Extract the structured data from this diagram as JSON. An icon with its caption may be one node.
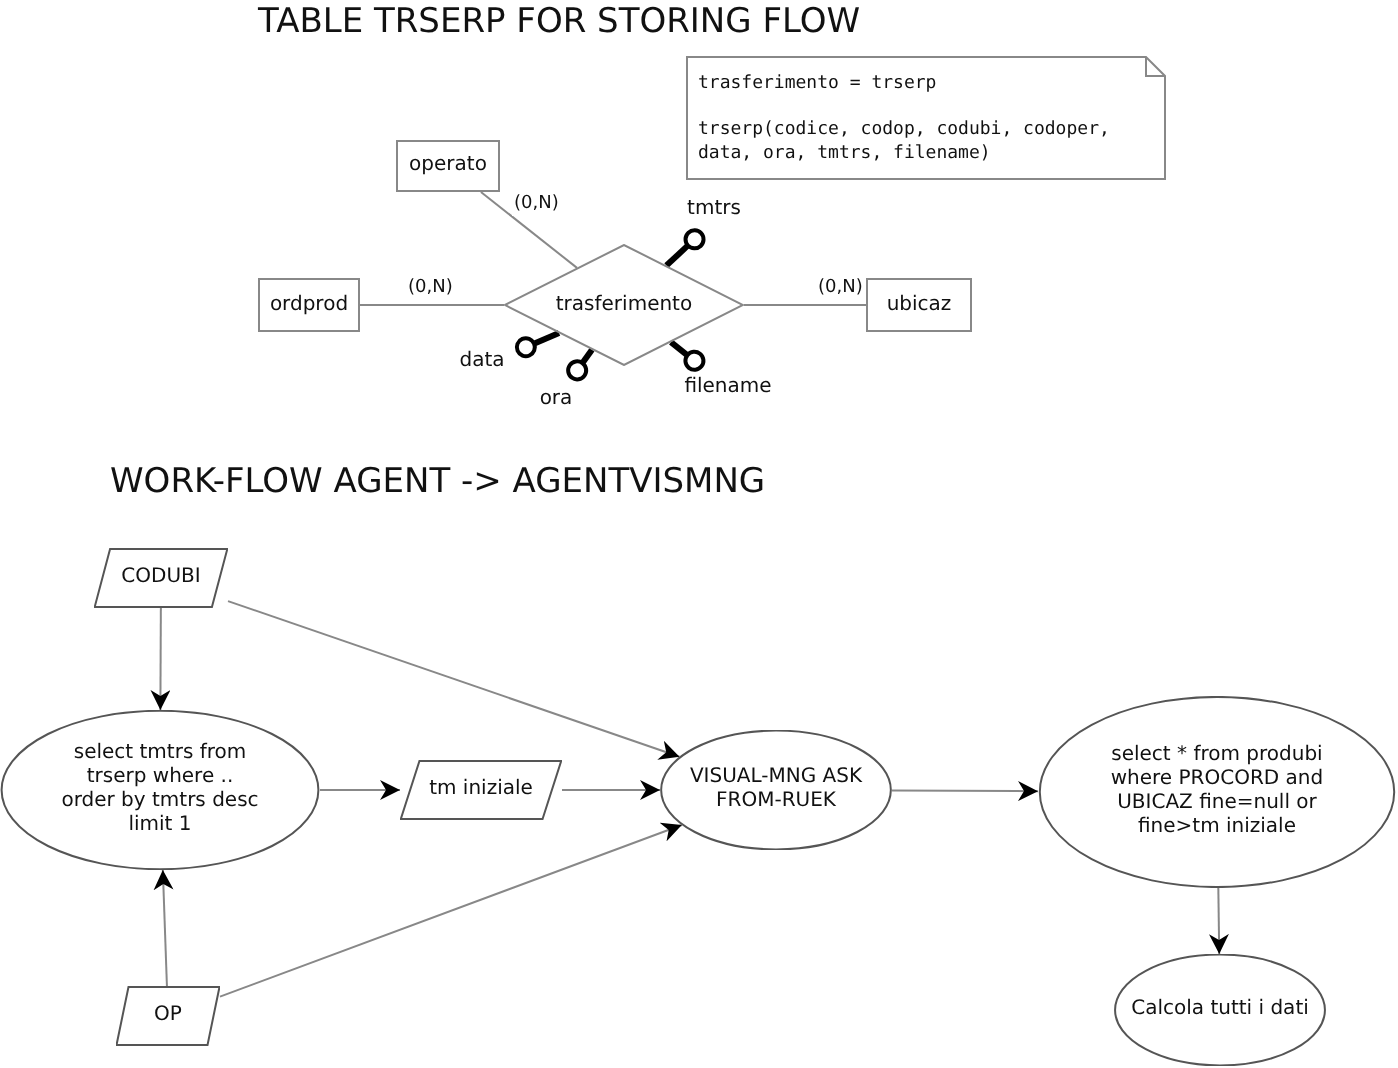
{
  "diagram": {
    "title": "TABLE TRSERP FOR STORING FLOW",
    "nodes": [
      {
        "text": [
          "trasferimento = trserp",
          "trserp(codice, codop, codubi, codoper, data, ora, tmtrs, filename)"
        ]
      },
      {
        "text": [
          "operato"
        ]
      },
      {
        "text": [
          "ordprod"
        ]
      },
      {
        "text": [
          "trasferimento"
        ]
      },
      {
        "text": [
          "ubicaz"
        ]
      },
      {
        "text": [
          "tmtrs"
        ]
      },
      {
        "text": [
          "data"
        ]
      },
      {
        "text": [
          "ora"
        ]
      },
      {
        "text": [
          "filename"
        ]
      },
      {
        "text": [
          "CODUBI"
        ]
      },
      {
        "text": [
          "select tmtrs from trserp where .. order by tmtrs desc limit 1"
        ]
      },
      {
        "text": [
          "tm iniziale"
        ]
      },
      {
        "text": [
          "VISUAL-MNG ASK FROM-RUEK"
        ]
      },
      {
        "text": [
          "select * from produbi where PROCORD and UBICAZ fine=null or fine>tm iniziale"
        ]
      },
      {
        "text": [
          "Calcola tutti i dati"
        ]
      },
      {
        "text": [
          "OP"
        ]
      }
    ],
    "edges": [
      {
        "from": 1,
        "to": 3,
        "arrow": "none",
        "label": "(0,N)"
      },
      {
        "from": 2,
        "to": 3,
        "arrow": "none",
        "label": "(0,N)"
      },
      {
        "from": 3,
        "to": 4,
        "arrow": "none",
        "label": "(0,N)"
      },
      {
        "from": 3,
        "to": 5,
        "arrow": "other",
        "style": "thick",
        "color": "#000000"
      },
      {
        "from": 3,
        "to": 6,
        "arrow": "other",
        "style": "thick",
        "color": "#000000"
      },
      {
        "from": 3,
        "to": 7,
        "arrow": "other",
        "style": "thick",
        "color": "#000000"
      },
      {
        "from": 3,
        "to": 8,
        "arrow": "other",
        "style": "thick",
        "color": "#000000"
      },
      {
        "from": 9,
        "to": 10,
        "arrow": "to"
      },
      {
        "from": 9,
        "to": 12,
        "arrow": "to"
      },
      {
        "from": 10,
        "to": 11,
        "arrow": "to"
      },
      {
        "from": 11,
        "to": 12,
        "arrow": "to"
      },
      {
        "from": 15,
        "to": 10,
        "arrow": "to"
      },
      {
        "from": 15,
        "to": 12,
        "arrow": "to"
      },
      {
        "from": 12,
        "to": 13,
        "arrow": "to"
      },
      {
        "from": 13,
        "to": 14,
        "arrow": "to"
      }
    ],
    "labels": [
      "WORK-FLOW AGENT -> AGENTVISMNG"
    ]
  }
}
